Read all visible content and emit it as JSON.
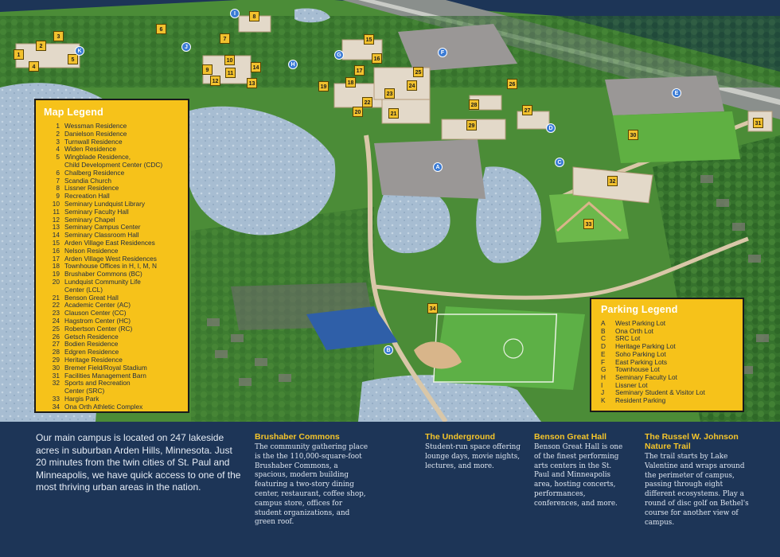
{
  "map_legend": {
    "title": "Map Legend",
    "items": [
      {
        "num": "1",
        "label": "Wessman Residence"
      },
      {
        "num": "2",
        "label": "Danielson Residence"
      },
      {
        "num": "3",
        "label": "Turnwall Residence"
      },
      {
        "num": "4",
        "label": "Widen Residence"
      },
      {
        "num": "5",
        "label": "Wingblade Residence,"
      },
      {
        "num": "",
        "label": "Child Development Center (CDC)"
      },
      {
        "num": "6",
        "label": "Chalberg Residence"
      },
      {
        "num": "7",
        "label": "Scandia Church"
      },
      {
        "num": "8",
        "label": "Lissner Residence"
      },
      {
        "num": "9",
        "label": "Recreation Hall"
      },
      {
        "num": "10",
        "label": "Seminary Lundquist Library"
      },
      {
        "num": "11",
        "label": "Seminary Faculty Hall"
      },
      {
        "num": "12",
        "label": "Seminary Chapel"
      },
      {
        "num": "13",
        "label": "Seminary Campus Center"
      },
      {
        "num": "14",
        "label": "Seminary Classroom Hall"
      },
      {
        "num": "15",
        "label": "Arden Village East Residences"
      },
      {
        "num": "16",
        "label": "Nelson Residence"
      },
      {
        "num": "17",
        "label": "Arden Village West Residences"
      },
      {
        "num": "18",
        "label": "Townhouse Offices in H, I, M, N"
      },
      {
        "num": "19",
        "label": "Brushaber Commons (BC)"
      },
      {
        "num": "20",
        "label": "Lundquist Community Life"
      },
      {
        "num": "",
        "label": "Center (LCL)"
      },
      {
        "num": "21",
        "label": "Benson Great Hall"
      },
      {
        "num": "22",
        "label": "Academic Center (AC)"
      },
      {
        "num": "23",
        "label": "Clauson Center (CC)"
      },
      {
        "num": "24",
        "label": "Hagstrom Center (HC)"
      },
      {
        "num": "25",
        "label": "Robertson Center (RC)"
      },
      {
        "num": "26",
        "label": "Getsch Residence"
      },
      {
        "num": "27",
        "label": "Bodien Residence"
      },
      {
        "num": "28",
        "label": "Edgren Residence"
      },
      {
        "num": "29",
        "label": "Heritage Residence"
      },
      {
        "num": "30",
        "label": "Bremer Field/Royal Stadium"
      },
      {
        "num": "31",
        "label": "Facilities Management Barn"
      },
      {
        "num": "32",
        "label": "Sports and Recreation"
      },
      {
        "num": "",
        "label": "Center (SRC)"
      },
      {
        "num": "33",
        "label": "Hargis Park"
      },
      {
        "num": "34",
        "label": "Ona Orth Athletic Complex"
      }
    ]
  },
  "parking_legend": {
    "title": "Parking Legend",
    "items": [
      {
        "num": "A",
        "label": "West Parking Lot"
      },
      {
        "num": "B",
        "label": "Ona Orth Lot"
      },
      {
        "num": "C",
        "label": "SRC Lot"
      },
      {
        "num": "D",
        "label": "Heritage Parking Lot"
      },
      {
        "num": "E",
        "label": "Soho Parking Lot"
      },
      {
        "num": "F",
        "label": "East Parking Lots"
      },
      {
        "num": "G",
        "label": "Townhouse Lot"
      },
      {
        "num": "H",
        "label": "Seminary Faculty Lot"
      },
      {
        "num": "I",
        "label": "Lissner Lot"
      },
      {
        "num": "J",
        "label": "Seminary Student & Visitor Lot"
      },
      {
        "num": "K",
        "label": "Resident Parking"
      }
    ]
  },
  "map_markers": {
    "buildings": [
      "1",
      "2",
      "3",
      "4",
      "5",
      "6",
      "7",
      "8",
      "9",
      "10",
      "11",
      "12",
      "13",
      "14",
      "15",
      "16",
      "17",
      "18",
      "19",
      "20",
      "21",
      "22",
      "23",
      "24",
      "25",
      "26",
      "27",
      "28",
      "29",
      "30",
      "31",
      "32",
      "33",
      "34"
    ],
    "parking": [
      "A",
      "B",
      "C",
      "D",
      "E",
      "F",
      "G",
      "H",
      "I",
      "J",
      "K"
    ]
  },
  "intro": {
    "text": "Our main campus is located on 247 lakeside acres in suburban Arden Hills, Minnesota. Just 20 minutes from the twin cities of St. Paul and Minneapolis, we have quick access to one of the most thriving urban areas in the nation."
  },
  "features": [
    {
      "title": "Brushaber Commons",
      "body": "The community gathering place is the the 110,000-square-foot Brushaber Commons, a spacious, modern building featuring a two-story dining center, restaurant, coffee shop, campus store, offices for student organizations, and green roof."
    },
    {
      "title": "The Underground",
      "body": "Student-run space offering lounge days, movie nights, lectures, and more."
    },
    {
      "title": "Benson Great Hall",
      "body": "Benson Great Hall is one of the finest performing arts centers in the St. Paul and Minneapolis area, hosting concerts, performances, conferences, and more."
    },
    {
      "title": "The Russel W. Johnson Nature Trail",
      "body": "The trail starts by Lake Valentine and wraps around the perimeter of campus, passing through eight different ecosystems. Play a round of disc golf on Bethel's course for another view of campus."
    }
  ],
  "colors": {
    "legend_bg": "#f6c21a",
    "navy": "#1d3557",
    "accent_yellow": "#f5c52a",
    "grass": "#4f8f3a",
    "water": "#9fb6cc",
    "parking_marker": "#3a7bd5"
  }
}
